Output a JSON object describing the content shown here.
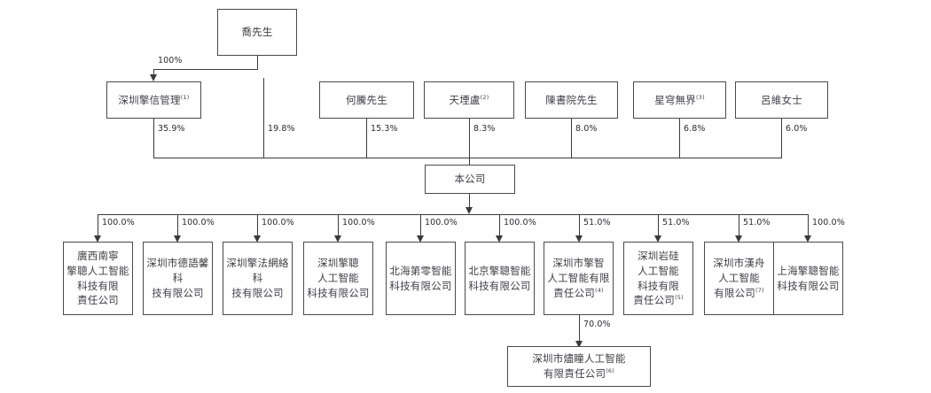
{
  "diagram": {
    "title": "Shareholding structure chart",
    "top": {
      "label": "喬先生",
      "to_holdco_pct": "100%"
    },
    "shareholders": [
      {
        "label": "深圳擎信管理",
        "note": "(1)",
        "pct": "35.9%"
      },
      {
        "label": "",
        "note": "",
        "pct": "19.8%"
      },
      {
        "label": "何騰先生",
        "note": "",
        "pct": "15.3%"
      },
      {
        "label": "天堙盧",
        "note": "(2)",
        "pct": "8.3%"
      },
      {
        "label": "陳書院先生",
        "note": "",
        "pct": "8.0%"
      },
      {
        "label": "星穹無界",
        "note": "(3)",
        "pct": "6.8%"
      },
      {
        "label": "呂維女士",
        "note": "",
        "pct": "6.0%"
      }
    ],
    "company": {
      "label": "本公司"
    },
    "subsidiaries": [
      {
        "label": "廣西南寧\n擎聰人工智能\n科技有限\n責任公司",
        "note": "",
        "pct": "100.0%"
      },
      {
        "label": "深圳市德語馨科\n技有限公司",
        "note": "",
        "pct": "100.0%"
      },
      {
        "label": "深圳擎法網絡科\n技有限公司",
        "note": "",
        "pct": "100.0%"
      },
      {
        "label": "深圳擎聰\n人工智能\n科技有限公司",
        "note": "",
        "pct": "100.0%"
      },
      {
        "label": "北海第零智能\n科技有限公司",
        "note": "",
        "pct": "100.0%"
      },
      {
        "label": "北京擎聰智能\n科技有限公司",
        "note": "",
        "pct": "100.0%"
      },
      {
        "label": "深圳市擎智\n人工智能有限\n責任公司",
        "note": "(4)",
        "pct": "51.0%"
      },
      {
        "label": "深圳岩硅\n人工智能\n科技有限\n責任公司",
        "note": "(5)",
        "pct": "51.0%"
      },
      {
        "label": "深圳市漢舟\n人工智能\n有限公司",
        "note": "(7)",
        "pct": "51.0%"
      },
      {
        "label": "上海擎聰智能\n科技有限公司",
        "note": "",
        "pct": "100.0%"
      }
    ],
    "grandchild": {
      "label": "深圳市燼瞳人工智能\n有限責任公司",
      "note": "(6)",
      "pct": "70.0%",
      "parent_index": 6
    },
    "colors": {
      "border": "#4a4a4a",
      "line": "#3a3a3a",
      "text": "#3f3f46",
      "pct_text": "#2b2b33",
      "background": "#ffffff"
    }
  }
}
